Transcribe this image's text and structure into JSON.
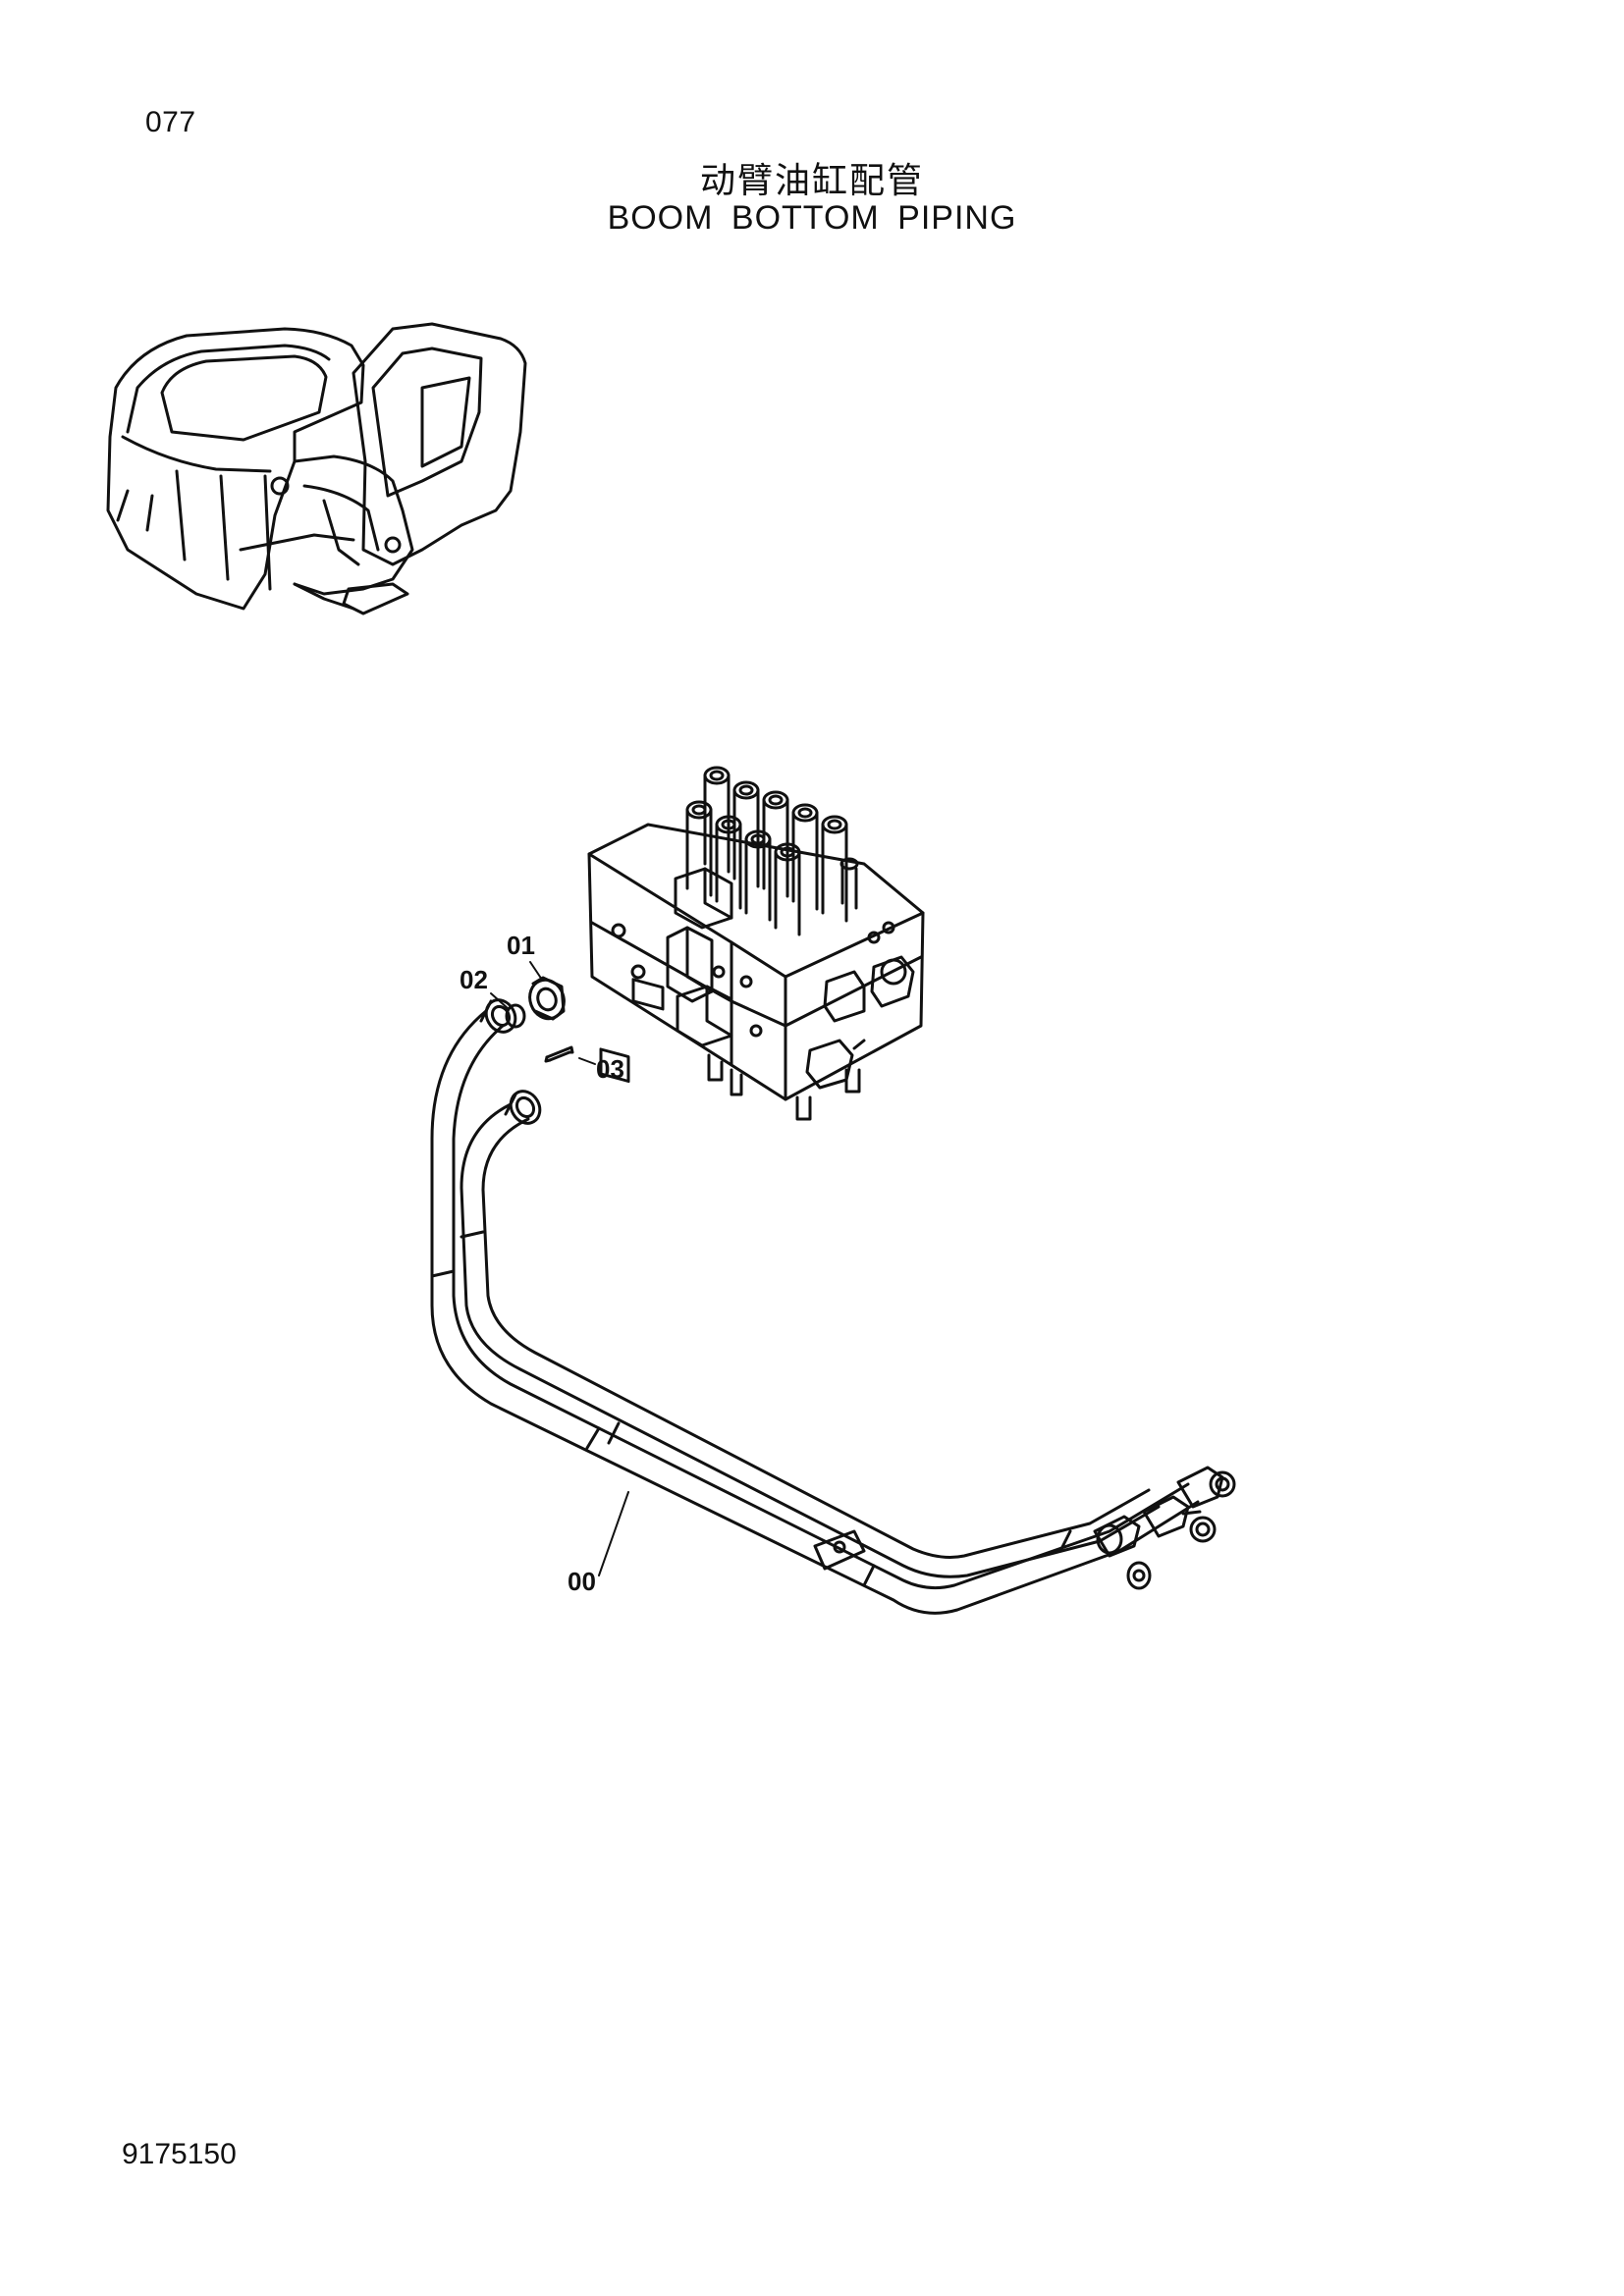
{
  "page": {
    "page_number": "077",
    "title_cn": "动臂油缸配管",
    "title_en": "BOOM  BOTTOM  PIPING",
    "doc_number": "9175150"
  },
  "parts": {
    "p00": "00",
    "p01": "01",
    "p02": "02",
    "p03": "03"
  },
  "drawing": {
    "line_color": "#111111",
    "background": "#ffffff",
    "icons": [
      "excavator-overview-icon",
      "control-valve-icon",
      "hose-assembly-icon"
    ]
  }
}
